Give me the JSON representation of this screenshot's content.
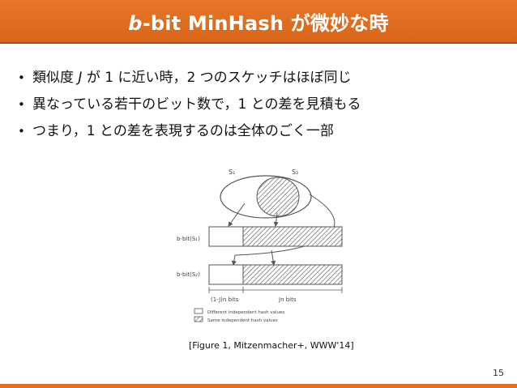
{
  "slide": {
    "title_italic": "b",
    "title_rest": "-bit MinHash が微妙な時",
    "bullet_marker": "•",
    "bullets": [
      {
        "prefix": "類似度 ",
        "italic": "J",
        "suffix": " が 1 に近い時，2 つのスケッチはほぼ同じ"
      },
      {
        "text": "異なっている若干のビット数で，1 との差を見積もる"
      },
      {
        "text": "つまり，1 との差を表現するのは全体のごく一部"
      }
    ],
    "page_number": "15"
  },
  "figure": {
    "set_label_1": "S₁",
    "set_label_2": "S₂",
    "row_label_1": "b-bit(S₁)",
    "row_label_2": "b-bit(S₂)",
    "width_label_left": "(1-J)n bits",
    "width_label_right": "Jn bits",
    "legend_different": "Different independent hash values",
    "legend_same": "Same independent hash values",
    "caption": "[Figure 1, Mitzenmacher+, WWW'14]"
  },
  "colors": {
    "title_bar": "#e0701f",
    "title_text": "#ffffff"
  }
}
